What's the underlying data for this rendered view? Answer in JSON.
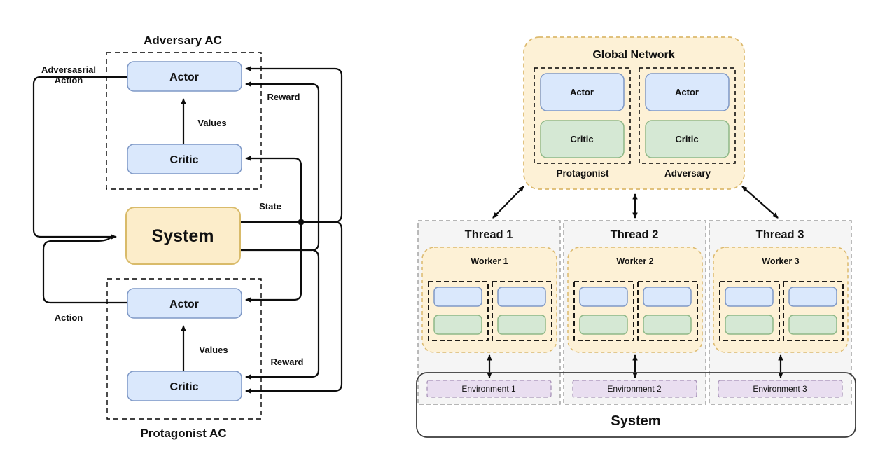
{
  "left_diagram": {
    "adversary_title": "Adversary AC",
    "protagonist_title": "Protagonist AC",
    "adversary": {
      "actor_label": "Actor",
      "critic_label": "Critic",
      "values_label": "Values"
    },
    "protagonist": {
      "actor_label": "Actor",
      "critic_label": "Critic",
      "values_label": "Values"
    },
    "system_label": "System",
    "labels": {
      "adversarial_action_line1": "Adversasrial",
      "adversarial_action_line2": "Action",
      "action": "Action",
      "reward_adversary": "Reward",
      "reward_protagonist": "Reward",
      "state": "State"
    }
  },
  "right_diagram": {
    "global_network": {
      "title": "Global Network",
      "protagonist_label": "Protagonist",
      "adversary_label": "Adversary",
      "protagonist_actor_label": "Actor",
      "protagonist_critic_label": "Critic",
      "adversary_actor_label": "Actor",
      "adversary_critic_label": "Critic"
    },
    "threads": [
      {
        "title": "Thread 1",
        "worker_label": "Worker 1",
        "environment_label": "Environment 1"
      },
      {
        "title": "Thread 2",
        "worker_label": "Worker 2",
        "environment_label": "Environment 2"
      },
      {
        "title": "Thread 3",
        "worker_label": "Worker 3",
        "environment_label": "Environment 3"
      }
    ],
    "system_label": "System"
  },
  "colors": {
    "actor_fill": "#dae8fc",
    "actor_stroke": "#7e98c6",
    "critic_fill": "#d5e8d4",
    "critic_stroke": "#8fb887",
    "system_fill": "#fcedca",
    "system_stroke": "#d9bb6a",
    "worker_fill": "#fdf1d6",
    "worker_stroke": "#dcb96d",
    "thread_fill": "#f5f5f5",
    "thread_stroke": "#9e9e9e",
    "environment_fill": "#e9def0",
    "environment_stroke": "#a893b8",
    "line": "#0d0d0d"
  }
}
